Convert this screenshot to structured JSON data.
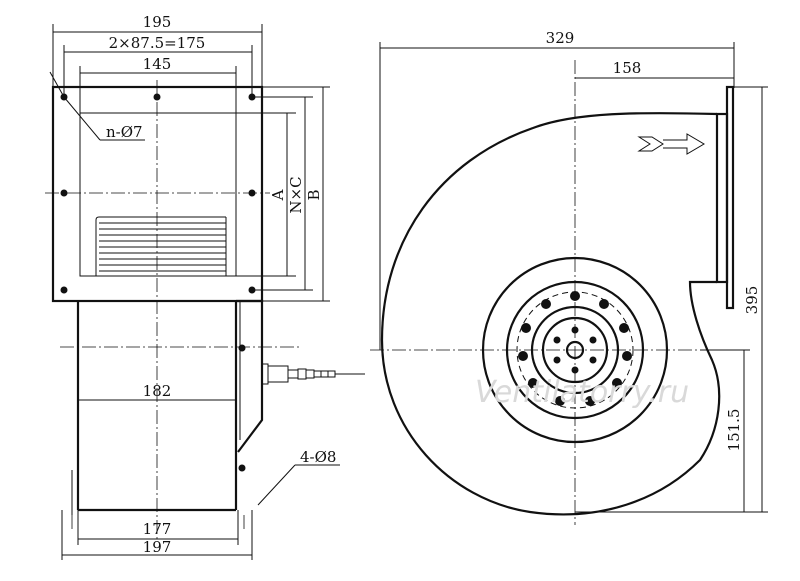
{
  "dimensions": {
    "width_top": "195",
    "width_inlet_bolt": "2×87.5=175",
    "width_inlet": "145",
    "hole_note": "n-Ø7",
    "height_a": "A",
    "height_nxc": "N×C",
    "height_b": "B",
    "motor_width": "182",
    "foot_hole_note": "4-Ø8",
    "base_inner": "177",
    "base_outer": "197",
    "total_length": "329",
    "outlet_offset": "158",
    "total_height": "395",
    "axis_height": "151.5"
  },
  "watermark": "Ventilatorry.ru"
}
